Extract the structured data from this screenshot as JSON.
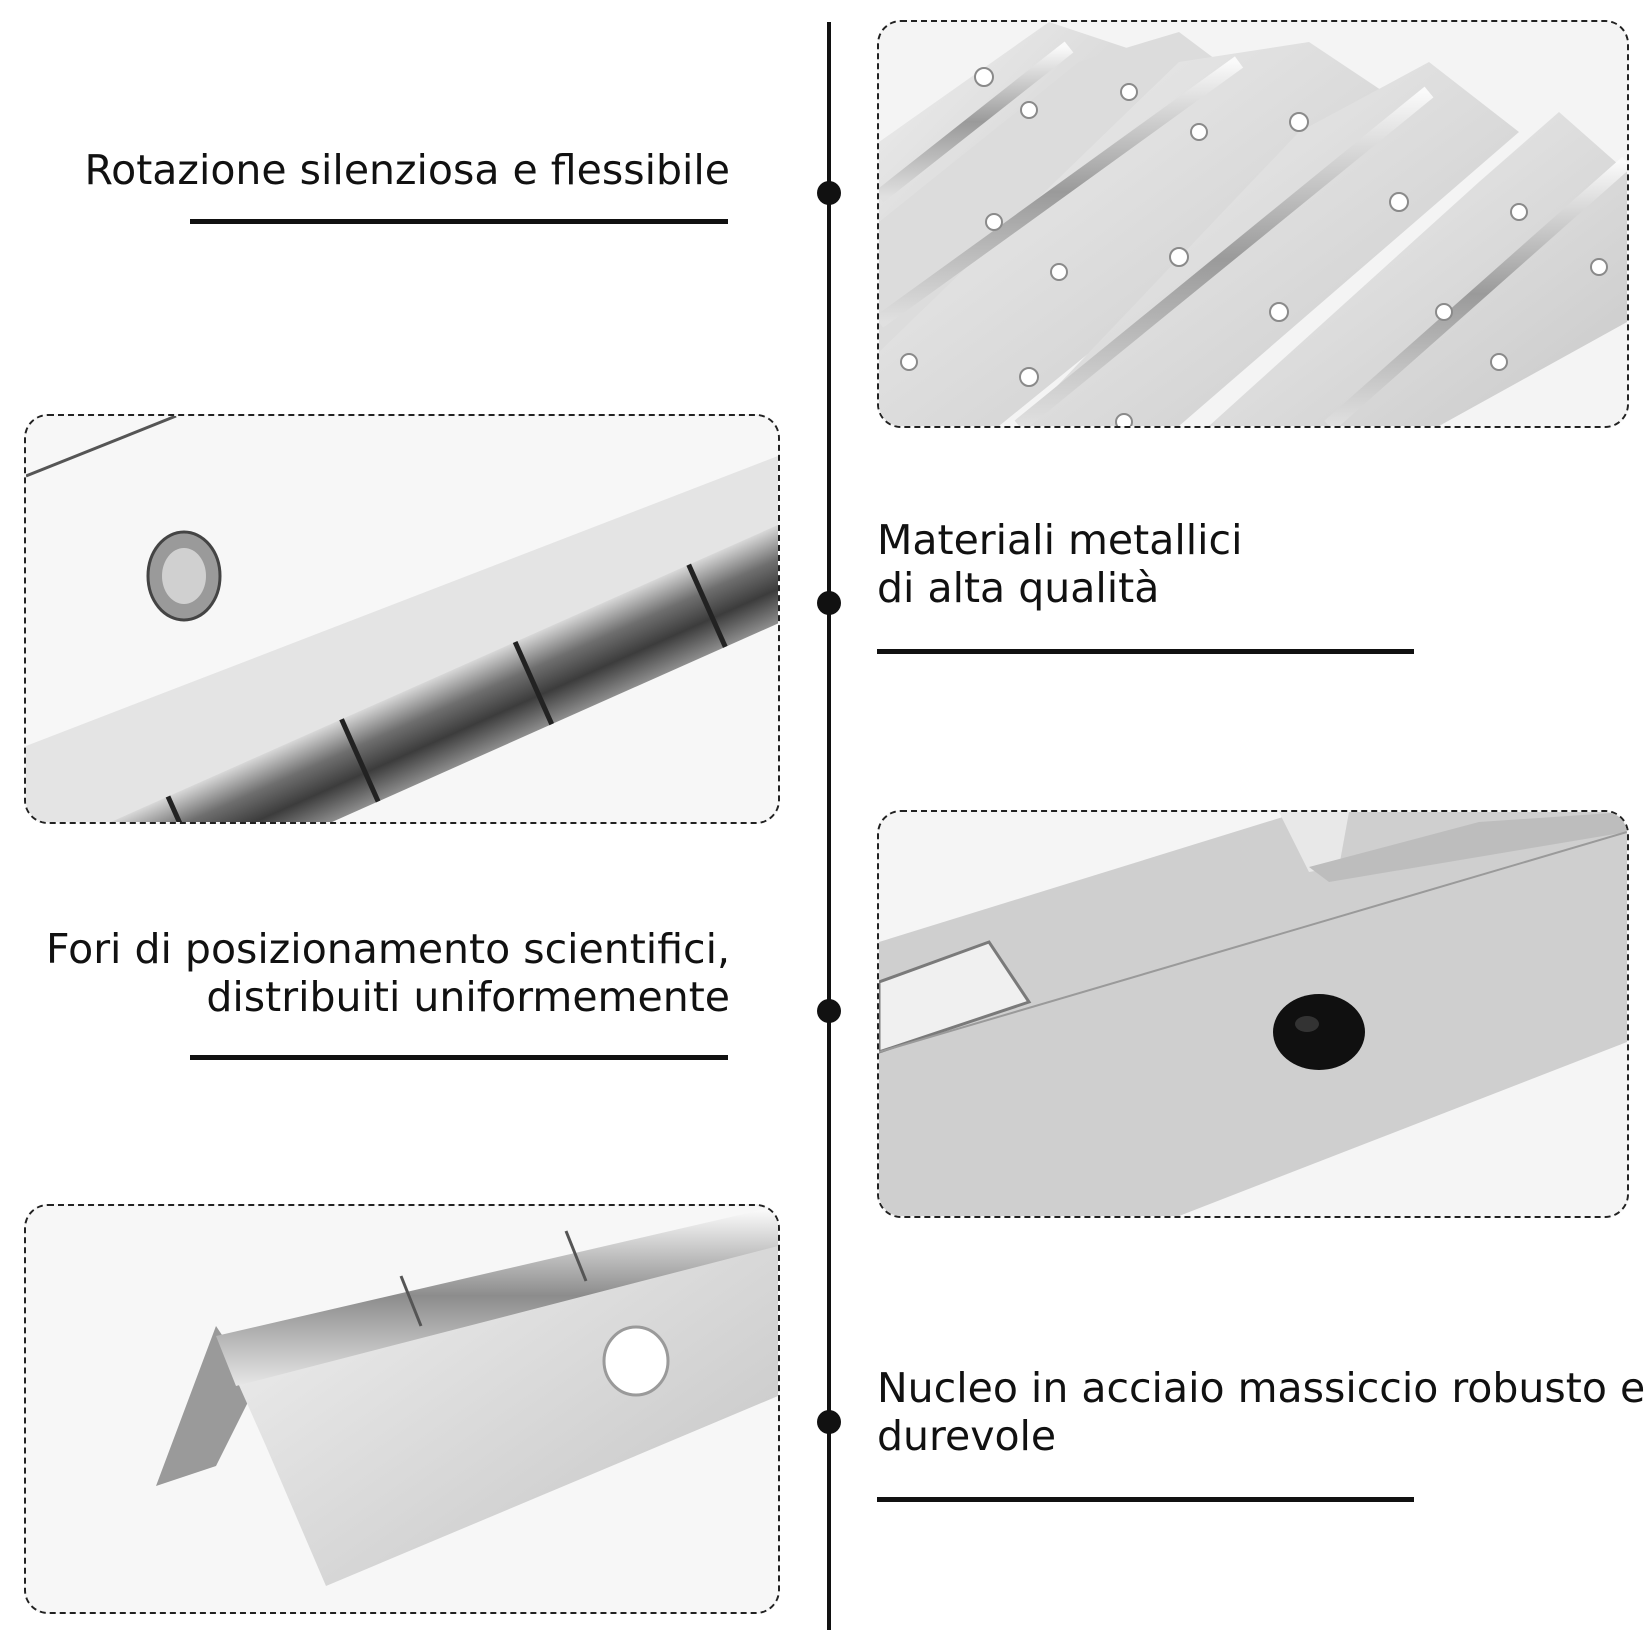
{
  "features": [
    {
      "caption_lines": [
        "Rotazione silenziosa e flessibile"
      ],
      "photo": "hinges-array-photo"
    },
    {
      "caption_lines": [
        "Materiali metallici",
        "di alta qualità"
      ],
      "photo": "hinge-knuckle-closeup-photo"
    },
    {
      "caption_lines": [
        "Fori di posizionamento scientifici,",
        "distribuiti uniformemente"
      ],
      "photo": "hinge-hole-closeup-photo"
    },
    {
      "caption_lines": [
        "Nucleo in acciaio massiccio robusto e",
        "durevole"
      ],
      "photo": "hinge-folded-photo"
    }
  ],
  "colors": {
    "ink": "#111111",
    "background": "#ffffff",
    "steel_light": "#e9e9e9",
    "steel_mid": "#b8b8b8",
    "steel_dark": "#555555"
  }
}
